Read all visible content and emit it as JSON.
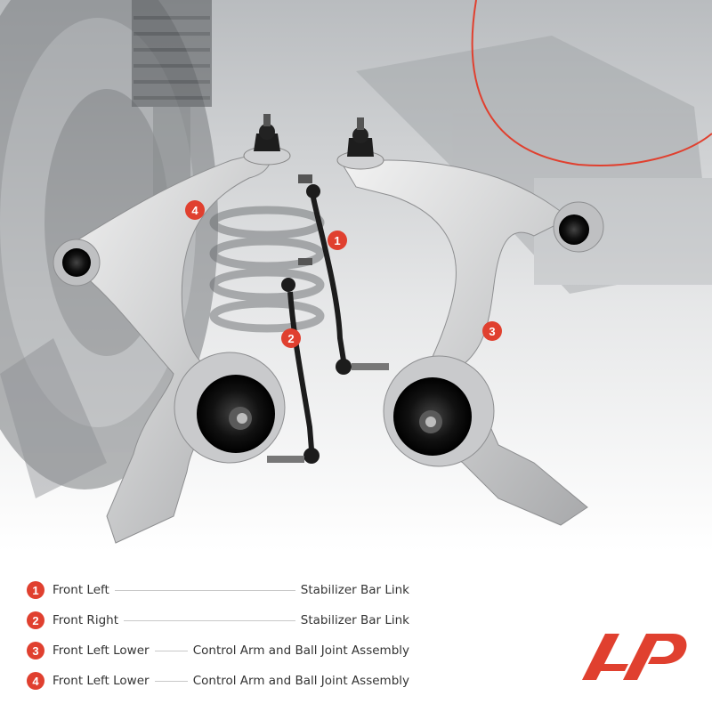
{
  "photo": {
    "description_icon": "control-arm-and-stabilizer-link-kit-photo",
    "callouts": [
      "1",
      "2",
      "3",
      "4"
    ]
  },
  "legend": [
    {
      "number": "1",
      "position": "Front Left",
      "part": "Stabilizer Bar Link"
    },
    {
      "number": "2",
      "position": "Front Right",
      "part": "Stabilizer Bar Link"
    },
    {
      "number": "3",
      "position": "Front Left Lower",
      "part": "Control Arm and Ball Joint Assembly"
    },
    {
      "number": "4",
      "position": "Front Left Lower",
      "part": "Control Arm and Ball Joint Assembly"
    }
  ],
  "colors": {
    "accent": "#e0402f",
    "text": "#333333",
    "leader": "#c8c8c8"
  },
  "logo": {
    "icon": "a-premium-logo"
  }
}
